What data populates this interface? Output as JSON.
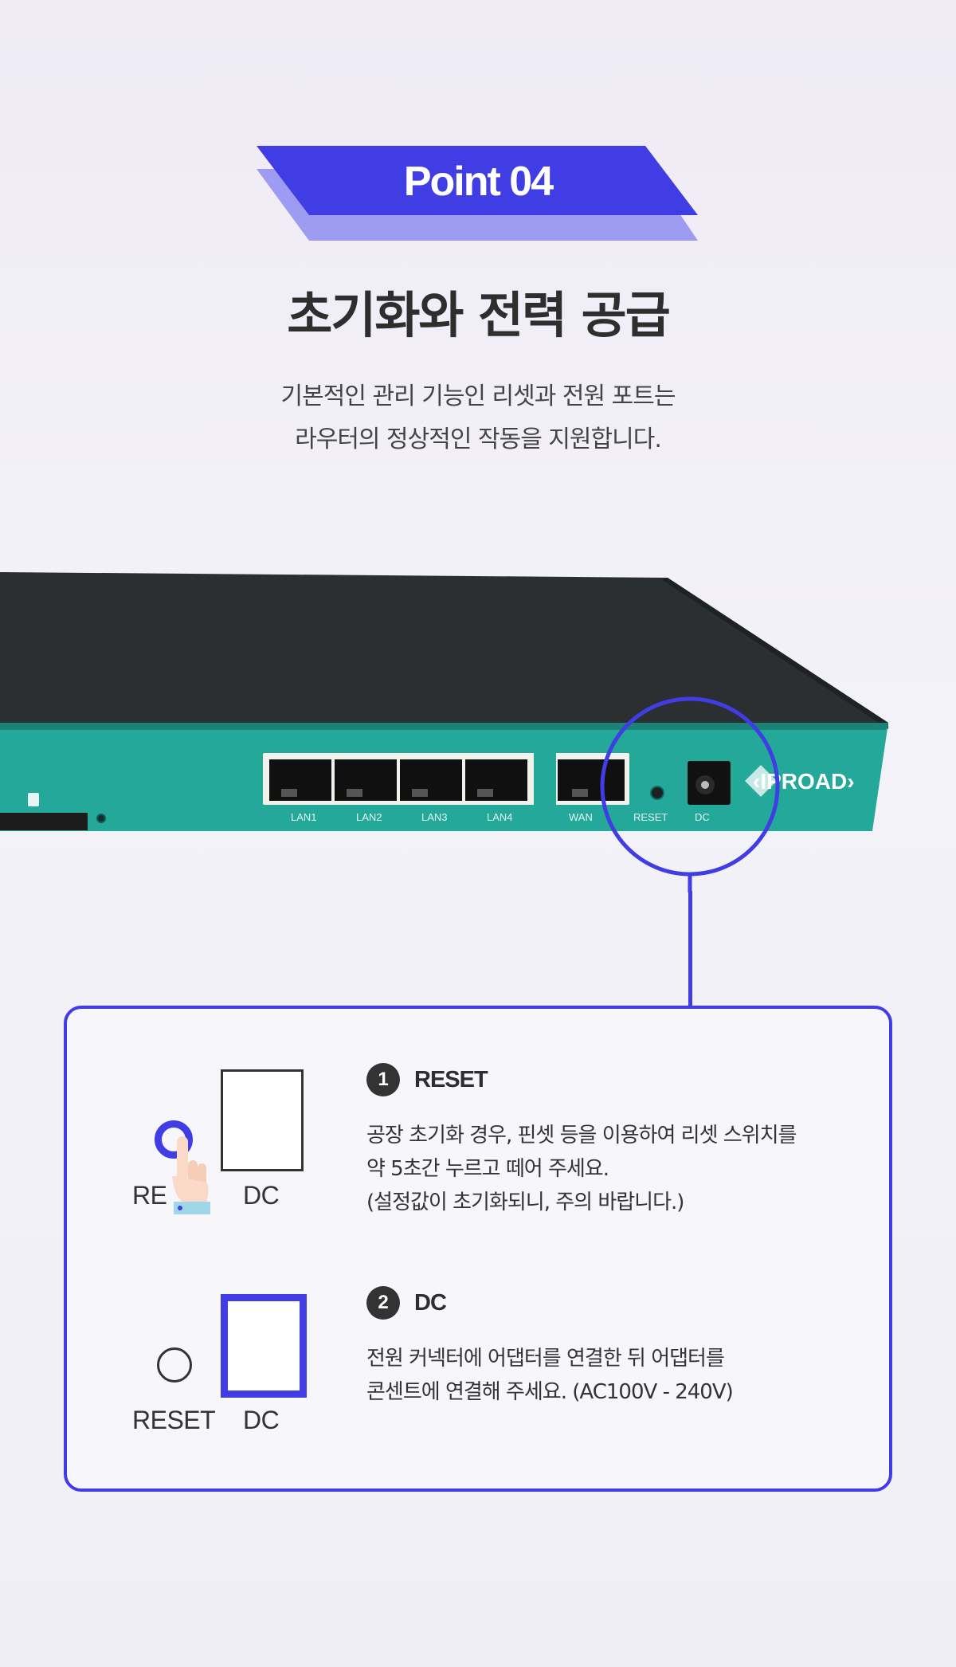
{
  "header": {
    "badge": "Point 04",
    "title": "초기화와 전력 공급",
    "subtitle_line1": "기본적인 관리 기능인 리셋과 전원 포트는",
    "subtitle_line2": "라우터의 정상적인 작동을 지원합니다."
  },
  "router": {
    "ports": [
      "LAN1",
      "LAN2",
      "LAN3",
      "LAN4",
      "WAN",
      "RESET",
      "DC"
    ],
    "brand": "IPROAD"
  },
  "items": [
    {
      "number": "1",
      "title": "RESET",
      "desc": [
        "공장 초기화 경우, 핀셋 등을 이용하여 리셋 스위치를",
        "약 5초간 누르고 떼어 주세요.",
        "(설정값이 초기화되니, 주의 바랍니다.)"
      ],
      "diagram": {
        "reset_label": "RE",
        "dc_label": "DC"
      }
    },
    {
      "number": "2",
      "title": "DC",
      "desc": [
        "전원 커넥터에 어댑터를 연결한 뒤 어댑터를",
        "콘센트에 연결해 주세요. (AC100V - 240V)"
      ],
      "diagram": {
        "reset_label": "RESET",
        "dc_label": "DC"
      }
    }
  ],
  "colors": {
    "accent": "#3f3de3",
    "accent_light": "#9d9bf2",
    "router_teal": "#23a89a",
    "router_top": "#2b2f31"
  }
}
